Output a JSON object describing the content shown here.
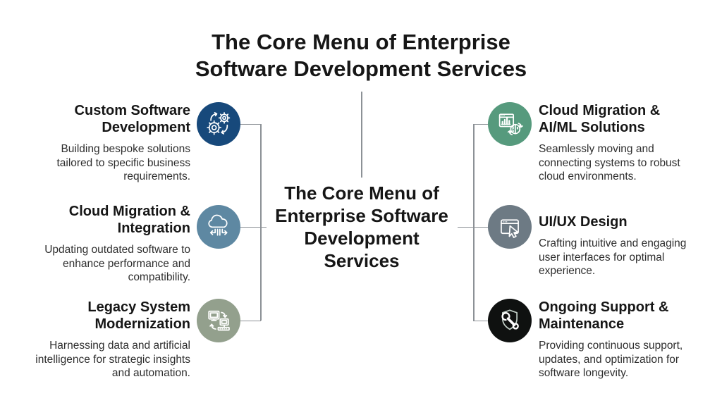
{
  "main_title": "The Core Menu of Enterprise\nSoftware Development Services",
  "center_title": "The Core Menu of\nEnterprise Software\nDevelopment\nServices",
  "colors": {
    "background": "#ffffff",
    "connector_line": "#8c9196",
    "heading_text": "#161616",
    "body_text": "#2e2e2e"
  },
  "left_items": [
    {
      "heading": "Custom Software\nDevelopment",
      "description": "Building bespoke solutions\ntailored to specific business\nrequirements.",
      "icon": "gears-cycle-icon",
      "circle_color": "#17497b"
    },
    {
      "heading": "Cloud Migration &\nIntegration",
      "description": "Updating outdated software to\nenhance performance and\ncompatibility.",
      "icon": "cloud-transfer-icon",
      "circle_color": "#5e88a2"
    },
    {
      "heading": "Legacy System\nModernization",
      "description": "Harnessing data and artificial\nintelligence for strategic insights\nand automation.",
      "icon": "computers-sync-icon",
      "circle_color": "#93a08d"
    }
  ],
  "right_items": [
    {
      "heading": "Cloud Migration &\nAI/ML Solutions",
      "description": "Seamlessly moving and\nconnecting systems to robust\ncloud environments.",
      "icon": "chart-brain-icon",
      "circle_color": "#569a7d"
    },
    {
      "heading": "UI/UX Design",
      "description": "Crafting intuitive and engaging\nuser interfaces for optimal\nexperience.",
      "icon": "browser-cursor-icon",
      "circle_color": "#6d7a84"
    },
    {
      "heading": "Ongoing Support &\nMaintenance",
      "description": "Providing continuous support,\nupdates, and optimization for\nsoftware longevity.",
      "icon": "shield-wrench-icon",
      "circle_color": "#0f1110"
    }
  ]
}
